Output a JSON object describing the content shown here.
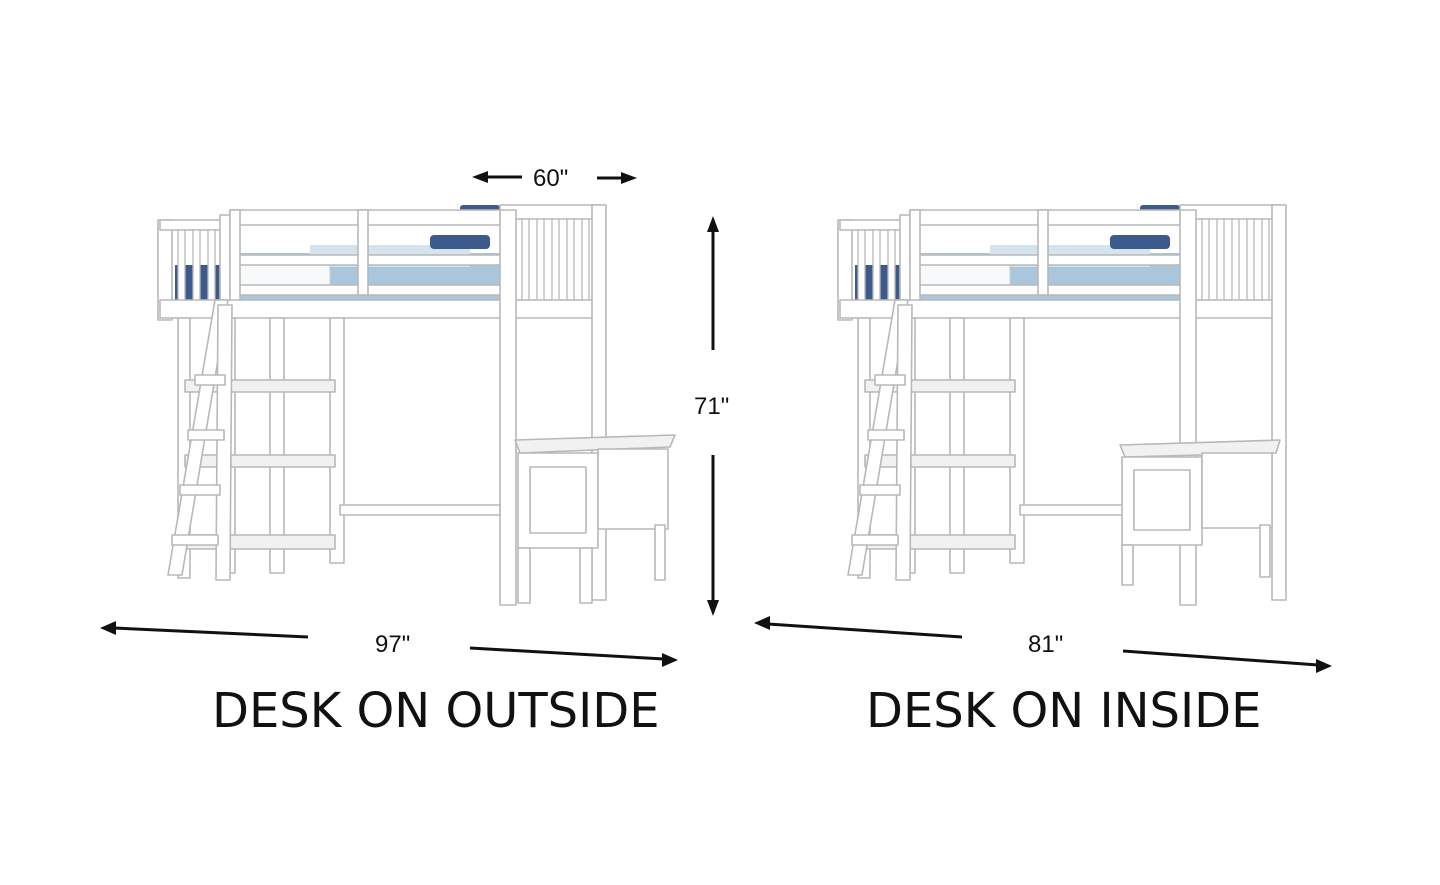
{
  "dimensions": {
    "bed_width": "60\"",
    "height": "71\"",
    "length_outside": "97\"",
    "length_inside": "81\""
  },
  "captions": {
    "left": "DESK ON OUTSIDE",
    "right": "DESK ON INSIDE"
  },
  "colors": {
    "furniture": "#ffffff",
    "mattress_navy": "#3c5a8c",
    "mattress_light_blue": "#a9c6dc",
    "text": "#111111"
  }
}
